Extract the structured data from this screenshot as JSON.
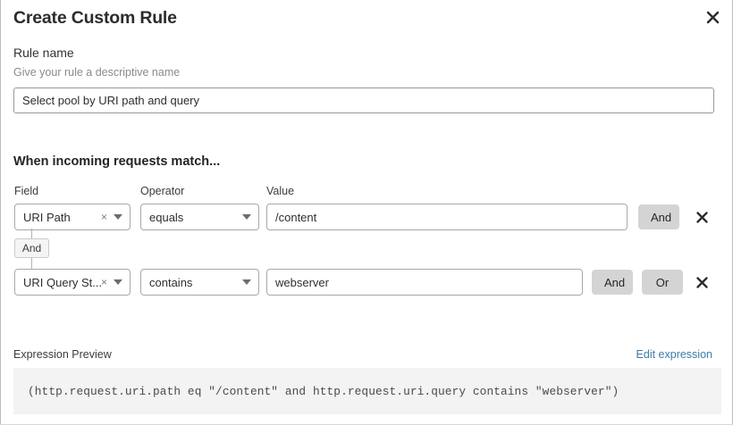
{
  "dialog": {
    "title": "Create Custom Rule",
    "close_icon": "close-icon"
  },
  "rule_name": {
    "label": "Rule name",
    "help": "Give your rule a descriptive name",
    "value": "Select pool by URI path and query",
    "placeholder": "Rule name"
  },
  "match_section": {
    "heading": "When incoming requests match...",
    "columns": {
      "field": "Field",
      "operator": "Operator",
      "value": "Value"
    },
    "conditions": [
      {
        "field": "URI Path",
        "field_clear": "×",
        "operator": "equals",
        "value": "/content",
        "value_placeholder": "Value",
        "logic_buttons": [
          "And"
        ],
        "delete_label": "close-icon"
      },
      {
        "field": "URI Query St...",
        "field_clear": "×",
        "operator": "contains",
        "value": "webserver",
        "value_placeholder": "Value",
        "logic_buttons": [
          "And",
          "Or"
        ],
        "delete_label": "close-icon"
      }
    ],
    "connector_label": "And"
  },
  "expression_preview": {
    "label": "Expression Preview",
    "edit_link": "Edit expression",
    "code": "(http.request.uri.path eq \"/content\" and http.request.uri.query contains \"webserver\")"
  },
  "colors": {
    "link": "#3d7ca8",
    "logic_button_bg": "#d4d4d4",
    "code_bg": "#f3f3f3",
    "border": "#a8a8a8"
  }
}
